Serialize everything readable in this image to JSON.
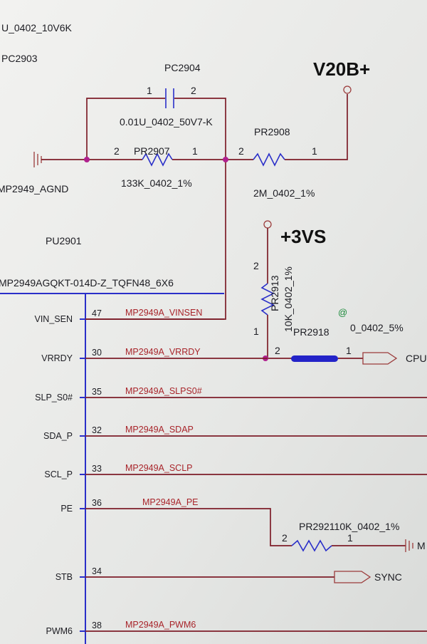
{
  "top": {
    "cap_value_top": "U_0402_10V6K",
    "ref_pc2903": "PC2903"
  },
  "cap_pc2904": {
    "ref": "PC2904",
    "pin1": "1",
    "pin2": "2",
    "value": "0.01U_0402_50V7-K"
  },
  "agnd": {
    "label": "MP2949_AGND"
  },
  "res_pr2907": {
    "pin2": "2",
    "ref": "PR2907",
    "pin1": "1",
    "value": "133K_0402_1%"
  },
  "res_pr2908": {
    "ref": "PR2908",
    "pin2": "2",
    "pin1": "1",
    "value": "2M_0402_1%"
  },
  "rail_v20b": {
    "label": "V20B+"
  },
  "rail_3vs": {
    "label": "+3VS"
  },
  "ic": {
    "ref": "PU2901",
    "part": "MP2949AGQKT-014D-Z_TQFN48_6X6"
  },
  "res_pr2913": {
    "ref": "PR2913",
    "value": "10K_0402_1%",
    "pin2": "2",
    "pin1": "1"
  },
  "res_pr2918": {
    "ref": "PR2918",
    "value": "0_0402_5%",
    "pin2": "2",
    "pin1": "1",
    "mark": "@"
  },
  "res_pr2921": {
    "label": "PR292110K_0402_1%",
    "pin2": "2",
    "pin1": "1"
  },
  "offpage": {
    "cpu": "CPU",
    "sync": "SYNC",
    "m": "M"
  },
  "pins": [
    {
      "name": "VIN_SEN",
      "num": "47",
      "net": "MP2949A_VINSEN"
    },
    {
      "name": "VRRDY",
      "num": "30",
      "net": "MP2949A_VRRDY"
    },
    {
      "name": "SLP_S0#",
      "num": "35",
      "net": "MP2949A_SLPS0#"
    },
    {
      "name": "SDA_P",
      "num": "32",
      "net": "MP2949A_SDAP"
    },
    {
      "name": "SCL_P",
      "num": "33",
      "net": "MP2949A_SCLP"
    },
    {
      "name": "PE",
      "num": "36",
      "net": "MP2949A_PE"
    },
    {
      "name": "STB",
      "num": "34",
      "net": ""
    },
    {
      "name": "PWM6",
      "num": "38",
      "net": "MP2949A_PWM6"
    }
  ],
  "colors": {
    "wire": "#7d1d28",
    "symbol": "#2a2fc9",
    "net_text": "#a8242a",
    "junction": "#b0208e",
    "marker": "#1a8a3a"
  }
}
